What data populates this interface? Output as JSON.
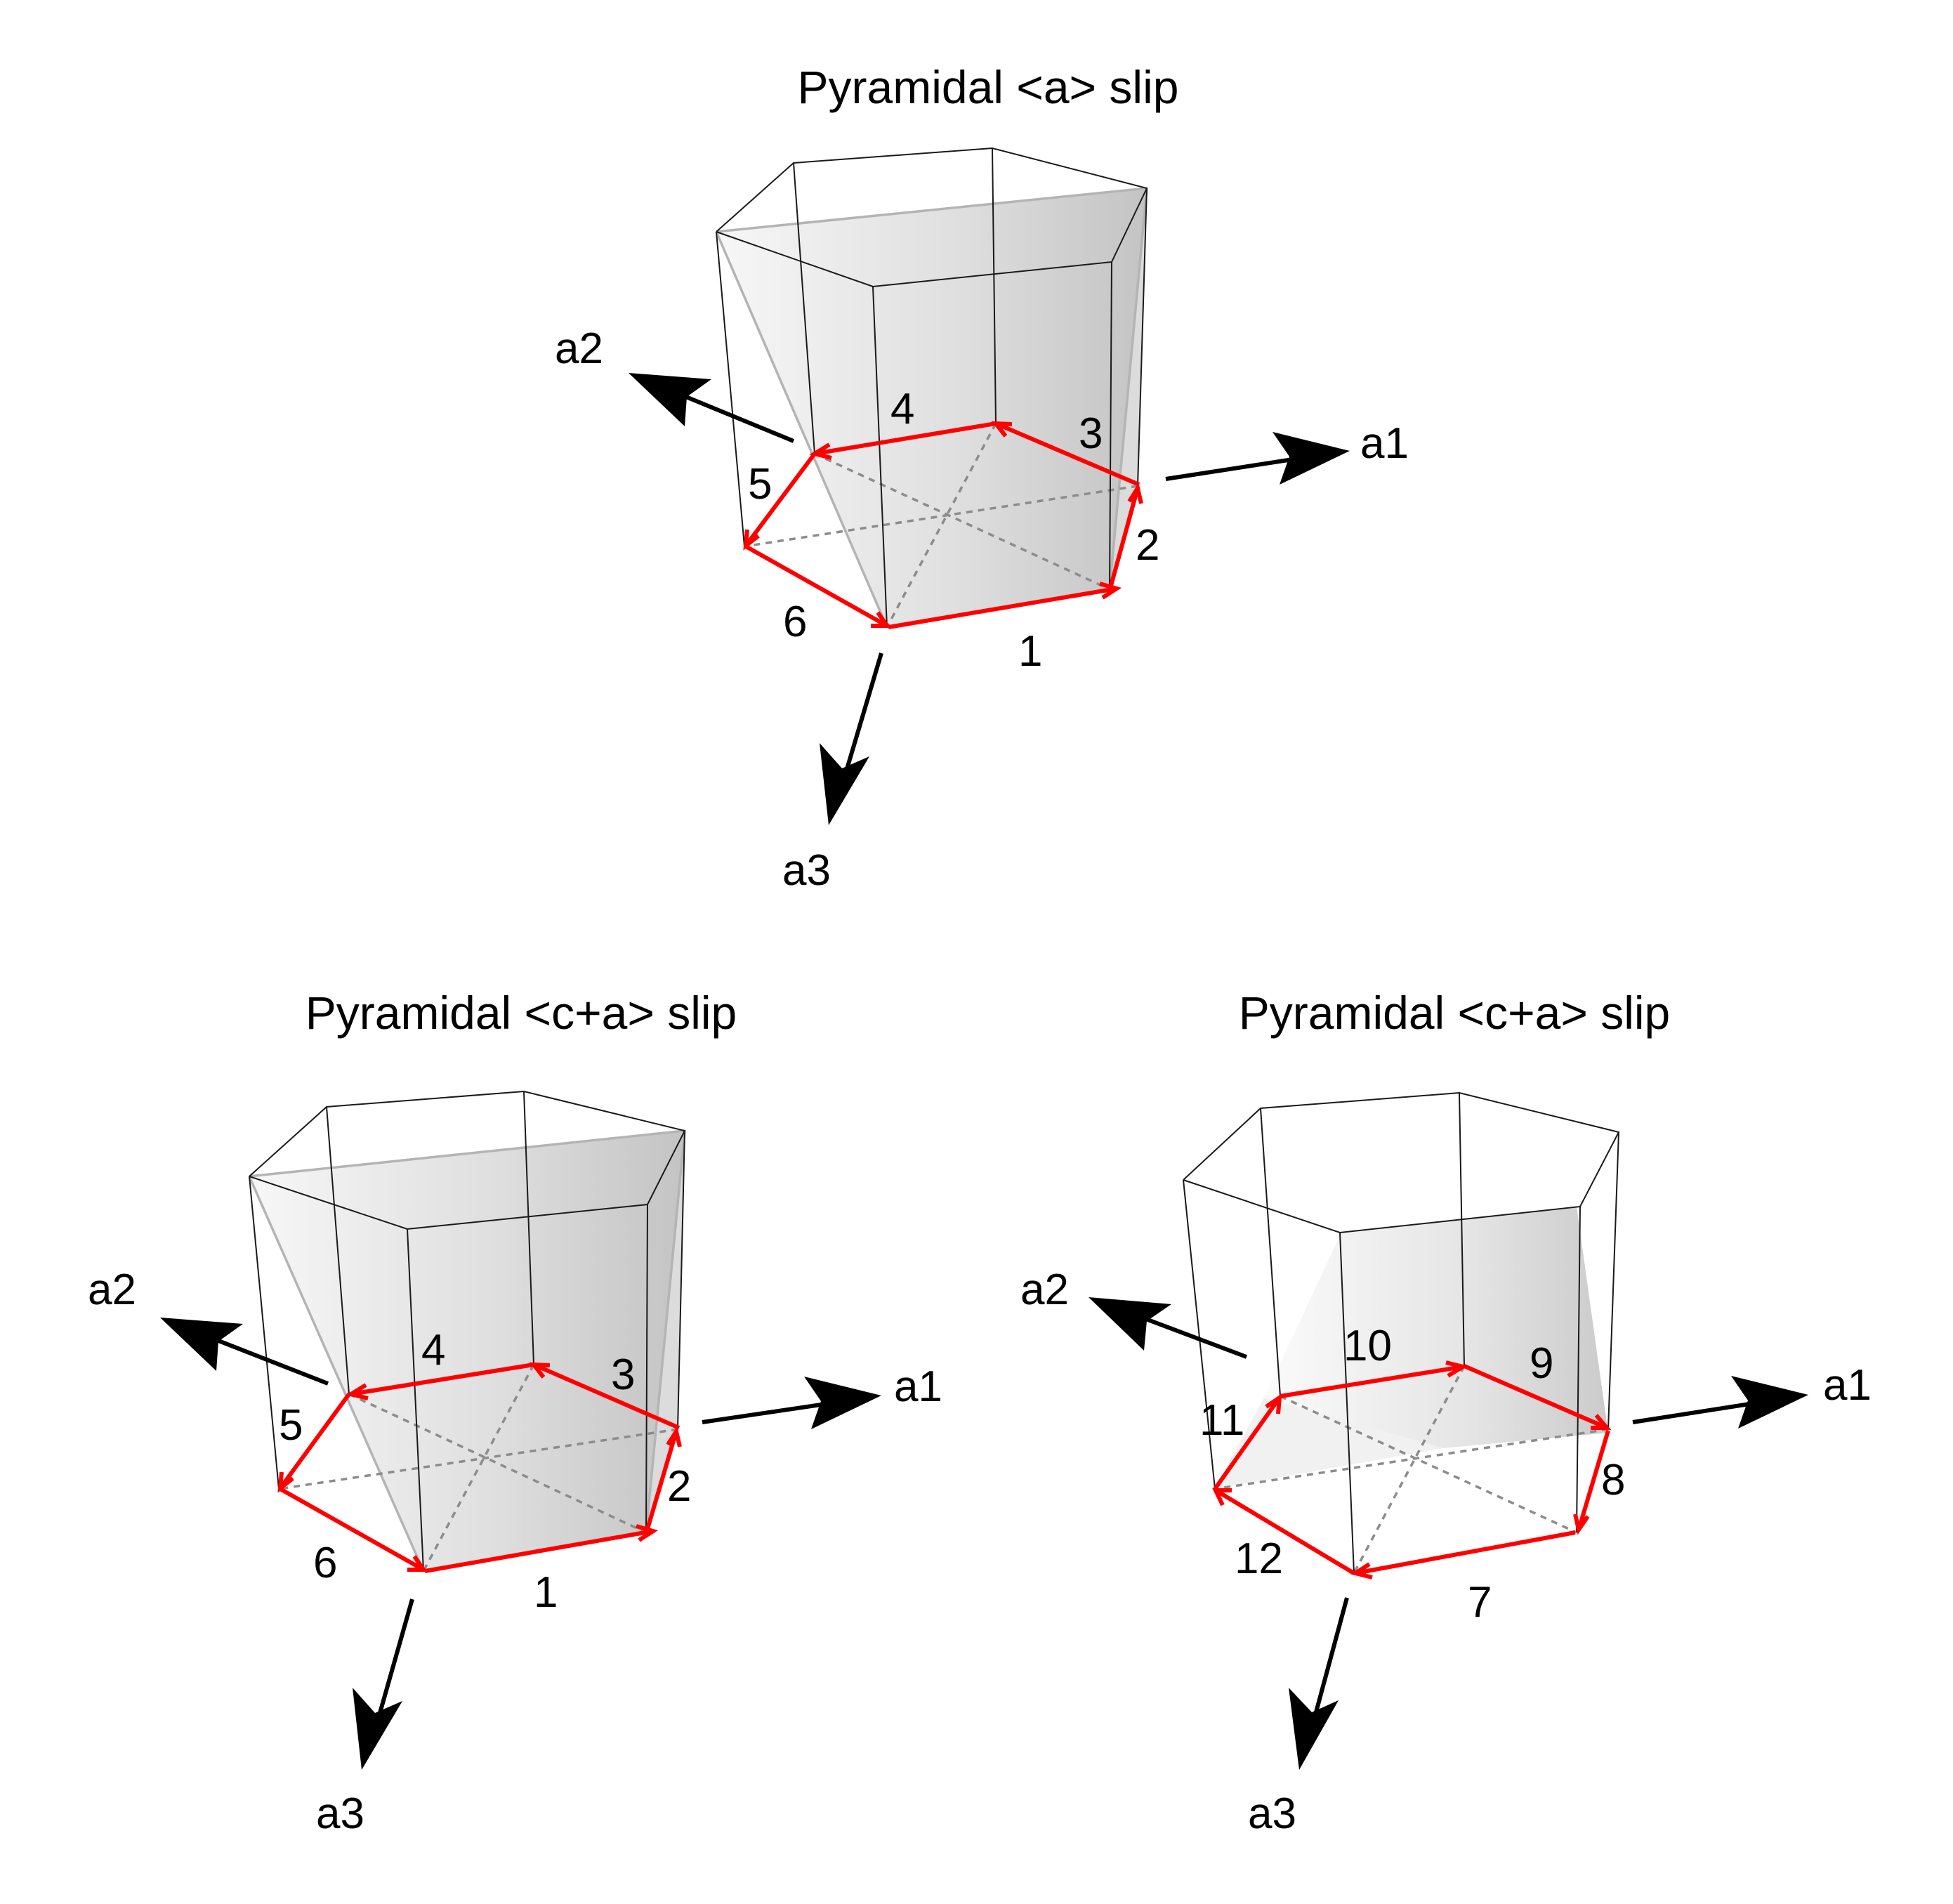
{
  "panels": [
    {
      "title": "Pyramidal <a> slip",
      "axes": {
        "a1": "a1",
        "a2": "a2",
        "a3": "a3"
      },
      "vector_labels": [
        "1",
        "2",
        "3",
        "4",
        "5",
        "6"
      ]
    },
    {
      "title": "Pyramidal <c+a> slip",
      "axes": {
        "a1": "a1",
        "a2": "a2",
        "a3": "a3"
      },
      "vector_labels": [
        "1",
        "2",
        "3",
        "4",
        "5",
        "6"
      ]
    },
    {
      "title": "Pyramidal <c+a> slip",
      "axes": {
        "a1": "a1",
        "a2": "a2",
        "a3": "a3"
      },
      "vector_labels": [
        "7",
        "8",
        "9",
        "10",
        "11",
        "12"
      ]
    }
  ],
  "colors": {
    "slip_vector": "#ff0000",
    "axis_arrow": "#000000",
    "plane_fill": "#d2d2d2",
    "edge": "#1a1a1a"
  }
}
